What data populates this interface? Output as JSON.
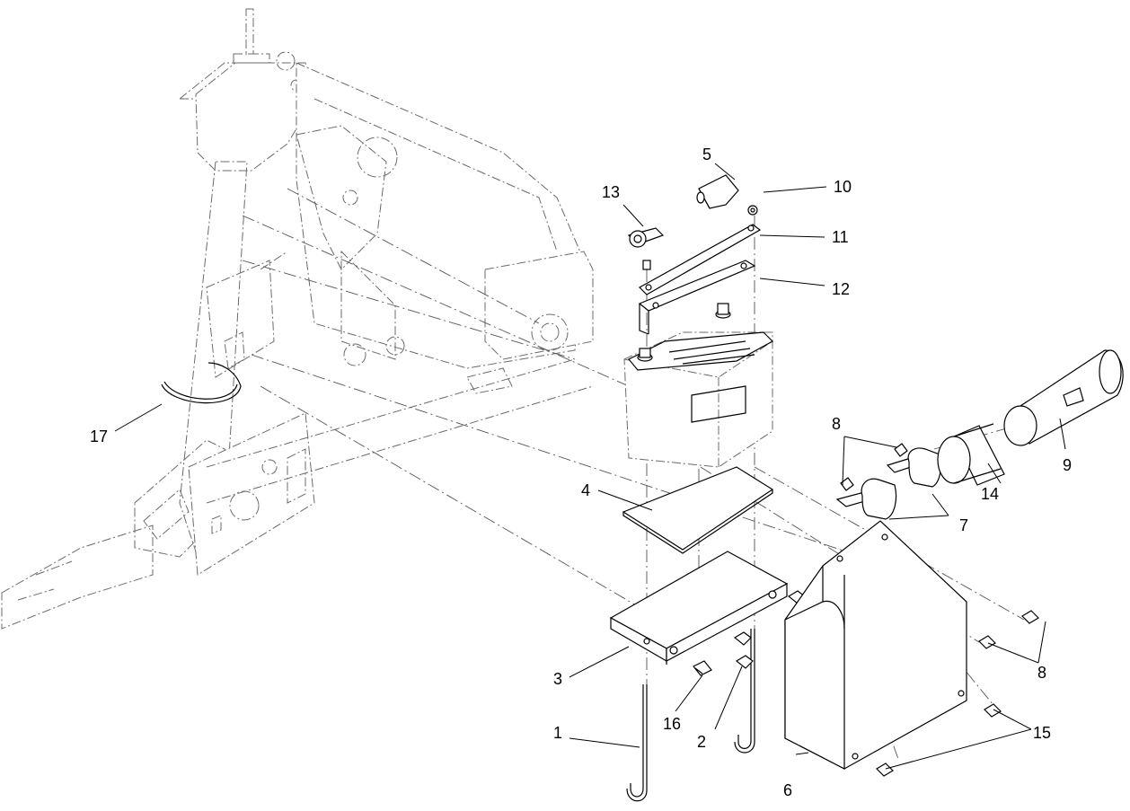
{
  "callouts": {
    "c1": "1",
    "c2": "2",
    "c3": "3",
    "c4": "4",
    "c5": "5",
    "c6": "6",
    "c7": "7",
    "c8a": "8",
    "c8b": "8",
    "c9": "9",
    "c10": "10",
    "c11": "11",
    "c12": "12",
    "c13": "13",
    "c14": "14",
    "c15": "15",
    "c16": "16",
    "c17": "17"
  }
}
